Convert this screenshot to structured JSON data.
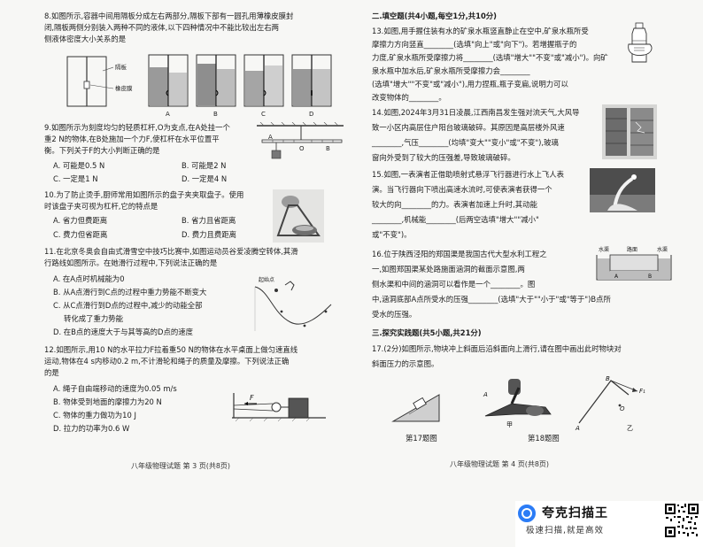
{
  "left_page": {
    "q8": {
      "line1": "8.如图所示,容器中间用隔板分成左右两部分,隔板下部有一圆孔用薄橡皮膜封",
      "line2": "闭,隔板两侧分别装入两种不同的液体,以下四种情况中不能比较出左右两",
      "line3": "侧液体密度大小关系的是",
      "label_partition": "隔板",
      "label_membrane": "橡皮膜",
      "options": [
        "A",
        "B",
        "C",
        "D"
      ]
    },
    "q9": {
      "line1": "9.如图所示为刻度均匀的轻质杠杆,O为支点,在A处挂一个",
      "line2": "重2 N的物体,在B处施加一个力F,使杠杆在水平位置平",
      "line3": "衡。下列关于F的大小判断正确的是",
      "optA": "A. 可能是0.5 N",
      "optB": "B. 可能是2 N",
      "optC": "C. 一定是1 N",
      "optD": "D. 一定是4 N",
      "fig_O": "O",
      "fig_A": "A",
      "fig_B": "B"
    },
    "q10": {
      "line1": "10.为了防止烫手,厨师常用如图所示的盘子夹夹取盘子。使用",
      "line2": "时该盘子夹可视为杠杆,它的特点是",
      "optA": "A. 省力但费距离",
      "optB": "B. 省力且省距离",
      "optC": "C. 费力但省距离",
      "optD": "D. 费力且费距离"
    },
    "q11": {
      "line1": "11.在北京冬奥会自由式滑雪空中技巧比赛中,如图运动员谷爱凌腾空转体,其滑",
      "line2": "行路线如图所示。在她滑行过程中,下列说法正确的是",
      "optA": "A. 在A点时机械能为0",
      "optB": "B. 从A点滑行到C点的过程中重力势能不断变大",
      "optC1": "C. 从C点滑行到D点的过程中,减少的动能全部",
      "optC2": "转化成了重力势能",
      "optD": "D. 在B点的速度大于与其等高的D点的速度",
      "fig_start": "起始点"
    },
    "q12": {
      "line1": "12.如图所示,用10 N的水平拉力F拉着重50 N的物体在水平桌面上做匀速直线",
      "line2": "运动,物体在4 s内移动0.2 m,不计滑轮和绳子的质量及摩擦。下列说法正确",
      "line3": "的是",
      "optA": "A. 绳子自由端移动的速度为0.05 m/s",
      "optB": "B. 物体受到地面的摩擦力为20 N",
      "optC": "C. 物体的重力做功为10 J",
      "optD": "D. 拉力的功率为0.6 W",
      "fig_F": "F"
    },
    "footer": "八年级物理试题  第 3 页(共8页)"
  },
  "right_page": {
    "section2": "二.填空题(共4小题,每空1分,共10分)",
    "q13": {
      "line1": "13.如图,用手握住装有水的矿泉水瓶竖直静止在空中,矿泉水瓶所受",
      "line2": "摩擦力方向竖直________(选填\"向上\"或\"向下\")。若增握瓶子的",
      "line3": "力度,矿泉水瓶所受摩擦力将________(选填\"增大\"\"不变\"或\"减小\")。向矿",
      "line4": "泉水瓶中加水后,矿泉水瓶所受摩擦力会________",
      "line5": "(选填\"增大\"\"不变\"或\"减小\"),用力捏瓶,瓶子变扁,说明力可以",
      "line6": "改变物体的________。"
    },
    "q14": {
      "line1": "14.如图,2024年3月31日凌晨,江西南昌发生强对流天气,大风导",
      "line2": "致一小区内高层住户阳台玻璃破碎。其原因是高层楼外风速",
      "line3": "________,气压________(均填\"变大\"\"变小\"或\"不变\"),玻璃",
      "line4": "窗向外受到了较大的压强差,导致玻璃破碎。"
    },
    "q15": {
      "line1": "15.如图,一表演者正借助喷射式悬浮飞行器进行水上飞人表",
      "line2": "演。当飞行器向下喷出高速水流时,可使表演者获得一个",
      "line3": "较大的向________的力。表演者加速上升时,其动能",
      "line4": "________,机械能________(后两空选填\"增大\"\"减小\"",
      "line5": "或\"不变\")。"
    },
    "q16": {
      "line1": "16.位于陕西泾阳的郑国渠是我国古代大型水利工程之",
      "line2": "一,如图郑国渠某处路施面涵洞的截面示意图,两",
      "line3": "侧水渠和中间的涵洞可以看作是一个________。图",
      "line4": "中,涵洞底部A点所受水的压强________(选填\"大于\"\"小于\"或\"等于\")B点所",
      "line5": "受水的压强。",
      "fig_left": "水渠",
      "fig_mid": "路面",
      "fig_right": "水渠",
      "fig_A": "A",
      "fig_B": "B"
    },
    "section3": "三.探究实践题(共5小题,共21分)",
    "q17": {
      "line1": "17.(2分)如图所示,物块冲上斜面后沿斜面向上滑行,请在图中画出此时物块对",
      "line2": "斜面压力的示意图。",
      "fig17_caption": "第17题图",
      "fig18_caption": "第18题图",
      "fig18a": "甲",
      "fig18b": "乙",
      "fig_A": "A",
      "fig_B": "B",
      "fig_O": "O",
      "fig_F1": "F₁"
    },
    "footer": "八年级物理试题  第 4 页(共8页)"
  },
  "watermark": {
    "brand": "夸克扫描王",
    "slogan": "极速扫描,就是高效"
  },
  "colors": {
    "brand_blue": "#2b7cf6"
  }
}
